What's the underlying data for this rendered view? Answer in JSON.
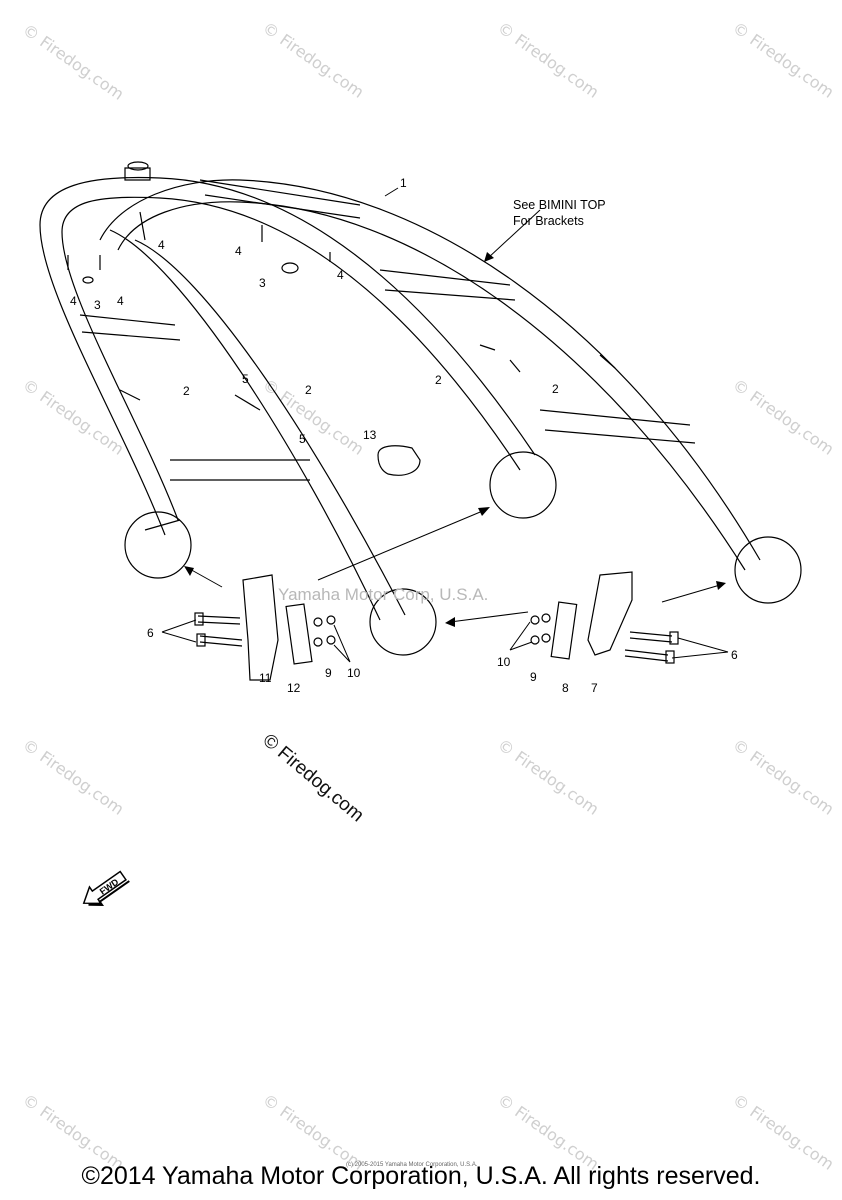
{
  "watermark": {
    "text": "© Firedog.com",
    "main_text": "© Firedog.com",
    "center_text": "Yamaha Motor Corp, U.S.A."
  },
  "note": {
    "line1": "See BIMINI TOP",
    "line2": "For Brackets"
  },
  "fwd_label": "FWD",
  "labels": {
    "p1": "1",
    "p2a": "2",
    "p2b": "2",
    "p2c": "2",
    "p2d": "2",
    "p3a": "3",
    "p3b": "3",
    "p4a": "4",
    "p4b": "4",
    "p4c": "4",
    "p4d": "4",
    "p4e": "4",
    "p5a": "5",
    "p5b": "5",
    "p6a": "6",
    "p6b": "6",
    "p7": "7",
    "p8": "8",
    "p9a": "9",
    "p9b": "9",
    "p10a": "10",
    "p10b": "10",
    "p11": "11",
    "p12": "12",
    "p13": "13"
  },
  "tiny_note": "(c) 2005-2015 Yamaha Motor Corporation, U.S.A.",
  "copyright": "©2014 Yamaha Motor Corporation, U.S.A. All rights reserved."
}
